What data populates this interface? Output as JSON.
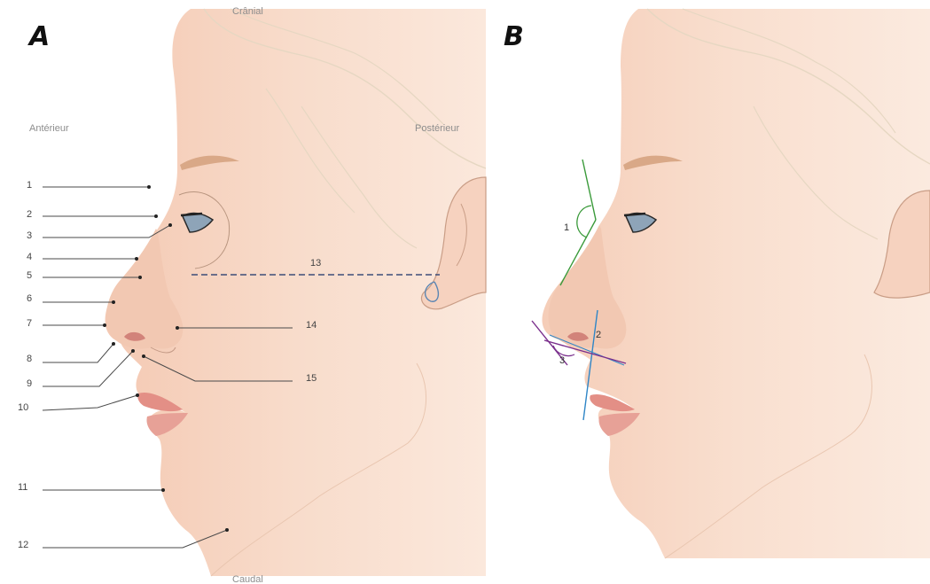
{
  "panels": [
    {
      "letter": "A"
    },
    {
      "letter": "B"
    }
  ],
  "directions": {
    "top": "Crânial",
    "anterior": "Antérieur",
    "posterior": "Postérieur",
    "bottom": "Caudal"
  },
  "landmarks": [
    {
      "label": "1"
    },
    {
      "label": "2"
    },
    {
      "label": "3"
    },
    {
      "label": "4"
    },
    {
      "label": "5"
    },
    {
      "label": "6"
    },
    {
      "label": "7"
    },
    {
      "label": "8"
    },
    {
      "label": "9"
    },
    {
      "label": "10"
    },
    {
      "label": "11"
    },
    {
      "label": "12"
    },
    {
      "label": "13"
    },
    {
      "label": "14"
    },
    {
      "label": "15"
    }
  ],
  "angles": [
    {
      "label": "1",
      "color": "#3a9a3a"
    },
    {
      "label": "2",
      "color": "#2f86c7"
    },
    {
      "label": "3",
      "color": "#7a2f8c"
    }
  ],
  "colors": {
    "skin": "#f7d9c6",
    "skin_shade": "#efbfa6",
    "lip": "#e38f86",
    "hair_line": "#e8dcc8",
    "outline": "#c9a48f"
  }
}
